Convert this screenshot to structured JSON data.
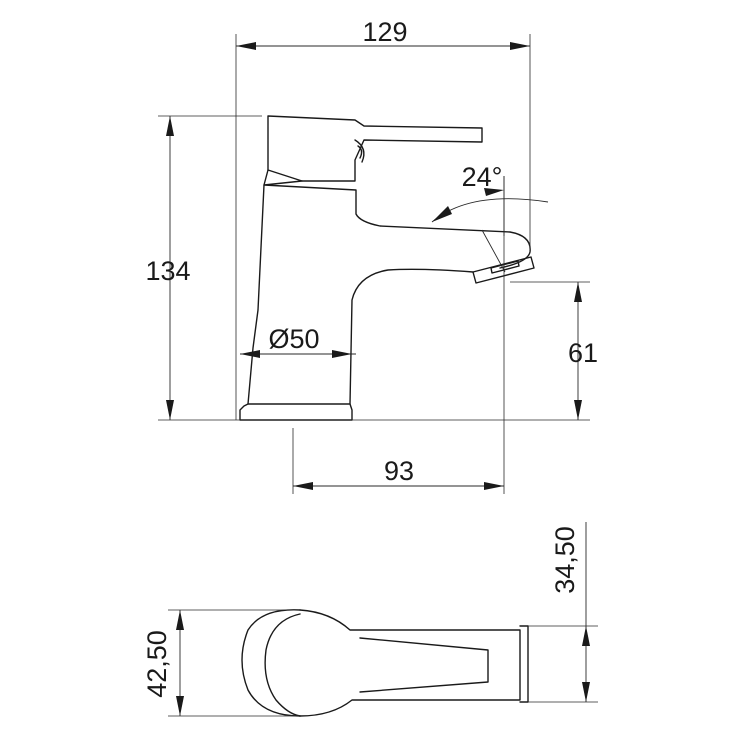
{
  "drawing": {
    "dimensions": {
      "width_top": "129",
      "height_total": "134",
      "angle": "24°",
      "spout_height": "61",
      "base_diameter": "Ø50",
      "spout_reach": "93",
      "handle_height": "34,50",
      "body_width_plan": "42,50"
    }
  }
}
